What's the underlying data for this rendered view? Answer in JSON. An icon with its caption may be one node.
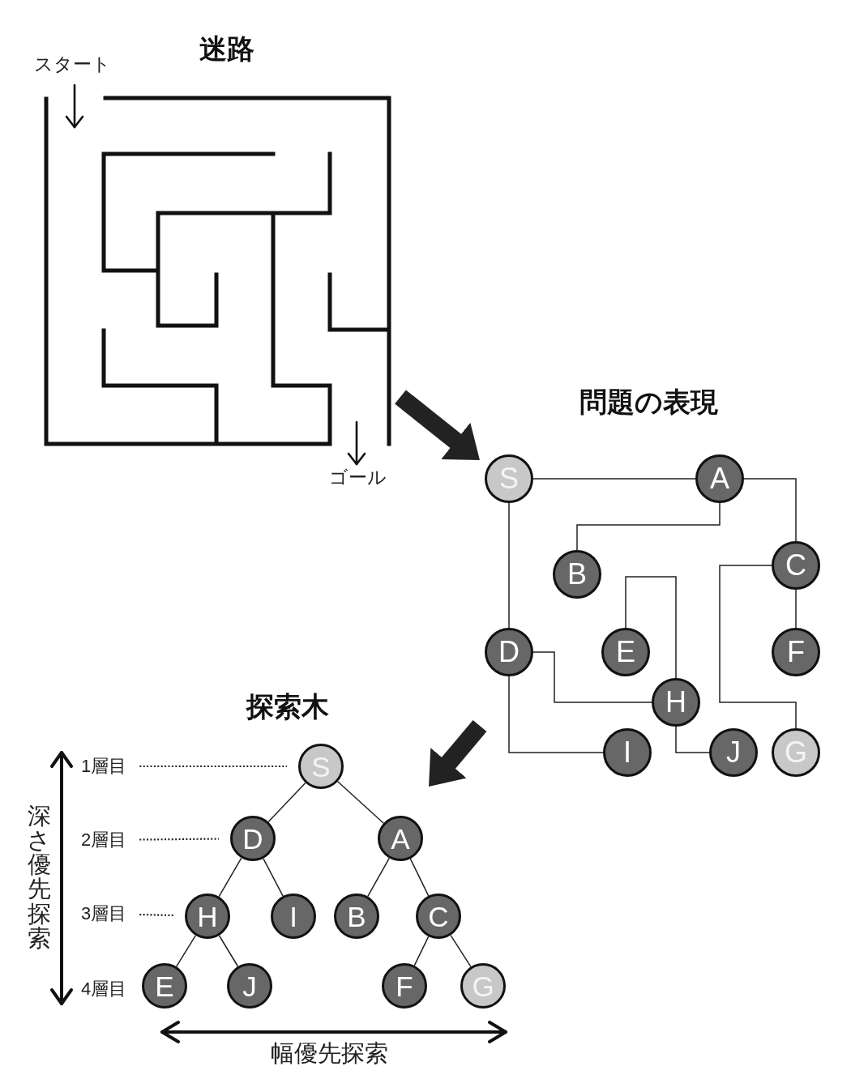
{
  "diagram": {
    "nodes": [
      {
        "text": [
          "迷路"
        ]
      },
      {
        "text": [
          "問題の表現"
        ]
      },
      {
        "text": [
          "S"
        ],
        "in": 1
      },
      {
        "text": [
          "A"
        ],
        "in": 1
      },
      {
        "text": [
          "B"
        ],
        "in": 1
      },
      {
        "text": [
          "C"
        ],
        "in": 1
      },
      {
        "text": [
          "D"
        ],
        "in": 1
      },
      {
        "text": [
          "E"
        ],
        "in": 1
      },
      {
        "text": [
          "F"
        ],
        "in": 1
      },
      {
        "text": [
          "H"
        ],
        "in": 1
      },
      {
        "text": [
          "I"
        ],
        "in": 1
      },
      {
        "text": [
          "J"
        ],
        "in": 1
      },
      {
        "text": [
          "G"
        ],
        "in": 1
      },
      {
        "text": [
          "探索木"
        ]
      },
      {
        "text": [
          "1層目"
        ]
      },
      {
        "text": [
          "S"
        ],
        "in": 13
      },
      {
        "text": [
          "2層目"
        ]
      },
      {
        "text": [
          "D"
        ],
        "in": 13
      },
      {
        "text": [
          "A"
        ],
        "in": 13
      },
      {
        "text": [
          "3層目"
        ]
      },
      {
        "text": [
          "H"
        ],
        "in": 13
      },
      {
        "text": [
          "I"
        ],
        "in": 13
      },
      {
        "text": [
          "B"
        ],
        "in": 13
      },
      {
        "text": [
          "C"
        ],
        "in": 13
      },
      {
        "text": [
          "E"
        ],
        "in": 13
      },
      {
        "text": [
          "J"
        ],
        "in": 13
      },
      {
        "text": [
          "F"
        ],
        "in": 13
      },
      {
        "text": [
          "G"
        ],
        "in": 13
      }
    ],
    "edges": [
      {
        "from": 0,
        "to": 1,
        "arrow": "to",
        "style": "thick"
      },
      {
        "from": 2,
        "to": 3,
        "arrow": "none"
      },
      {
        "from": 3,
        "to": 5,
        "arrow": "none"
      },
      {
        "from": 3,
        "to": 4,
        "arrow": "none"
      },
      {
        "from": 2,
        "to": 6,
        "arrow": "none"
      },
      {
        "from": 5,
        "to": 8,
        "arrow": "none"
      },
      {
        "from": 5,
        "to": 12,
        "arrow": "none"
      },
      {
        "from": 7,
        "to": 9,
        "arrow": "none"
      },
      {
        "from": 6,
        "to": 9,
        "arrow": "none"
      },
      {
        "from": 6,
        "to": 10,
        "arrow": "none"
      },
      {
        "from": 9,
        "to": 11,
        "arrow": "none"
      },
      {
        "from": 1,
        "to": 13,
        "arrow": "to",
        "style": "thick"
      },
      {
        "from": 15,
        "to": 17,
        "arrow": "none"
      },
      {
        "from": 15,
        "to": 18,
        "arrow": "none"
      },
      {
        "from": 17,
        "to": 20,
        "arrow": "none"
      },
      {
        "from": 17,
        "to": 21,
        "arrow": "none"
      },
      {
        "from": 18,
        "to": 22,
        "arrow": "none"
      },
      {
        "from": 18,
        "to": 23,
        "arrow": "none"
      },
      {
        "from": 20,
        "to": 24,
        "arrow": "none"
      },
      {
        "from": 20,
        "to": 25,
        "arrow": "none"
      },
      {
        "from": 23,
        "to": 26,
        "arrow": "none"
      },
      {
        "from": 23,
        "to": 27,
        "arrow": "none"
      },
      {
        "from": 14,
        "to": 15,
        "arrow": "none",
        "style": "dashed"
      },
      {
        "from": 16,
        "to": 17,
        "arrow": "none",
        "style": "dashed"
      },
      {
        "from": 19,
        "to": 20,
        "arrow": "none",
        "style": "dashed"
      }
    ],
    "labels": [
      "スタート",
      "ゴール",
      "深さ優先探索",
      "4層目",
      "幅優先探索"
    ]
  }
}
